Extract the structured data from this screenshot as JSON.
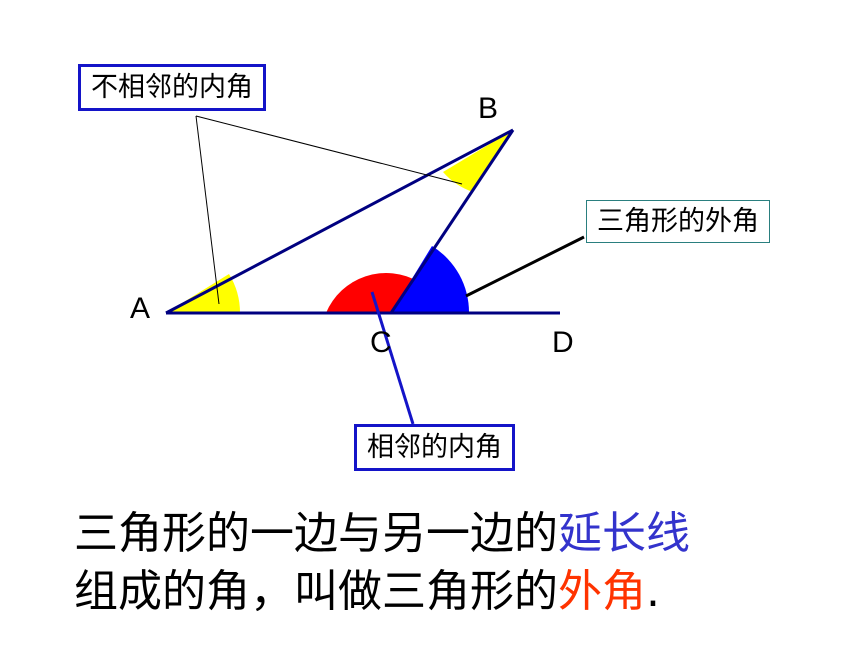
{
  "figure": {
    "points": {
      "A": "A",
      "B": "B",
      "C": "C",
      "D": "D"
    },
    "colors": {
      "triangle": "#000080",
      "interior_angle_fill": "#ffff00",
      "adjacent_angle_fill": "#ff0000",
      "exterior_angle_fill": "#0000ff",
      "callout_box_border": "#1414c8",
      "exterior_box_border": "#2a7f7f"
    }
  },
  "callouts": {
    "non_adjacent_interior": "不相邻的内角",
    "exterior_angle": "三角形的外角",
    "adjacent_interior": "相邻的内角"
  },
  "definition": {
    "line1_prefix": "三角形的一边与另一边的",
    "line1_highlight": "延长线",
    "line2_prefix": "组成的角，叫做三角形的",
    "line2_highlight": "外角",
    "line2_suffix": ".",
    "highlight_colors": {
      "blue": "#3333cc",
      "red": "#ff3300"
    }
  }
}
